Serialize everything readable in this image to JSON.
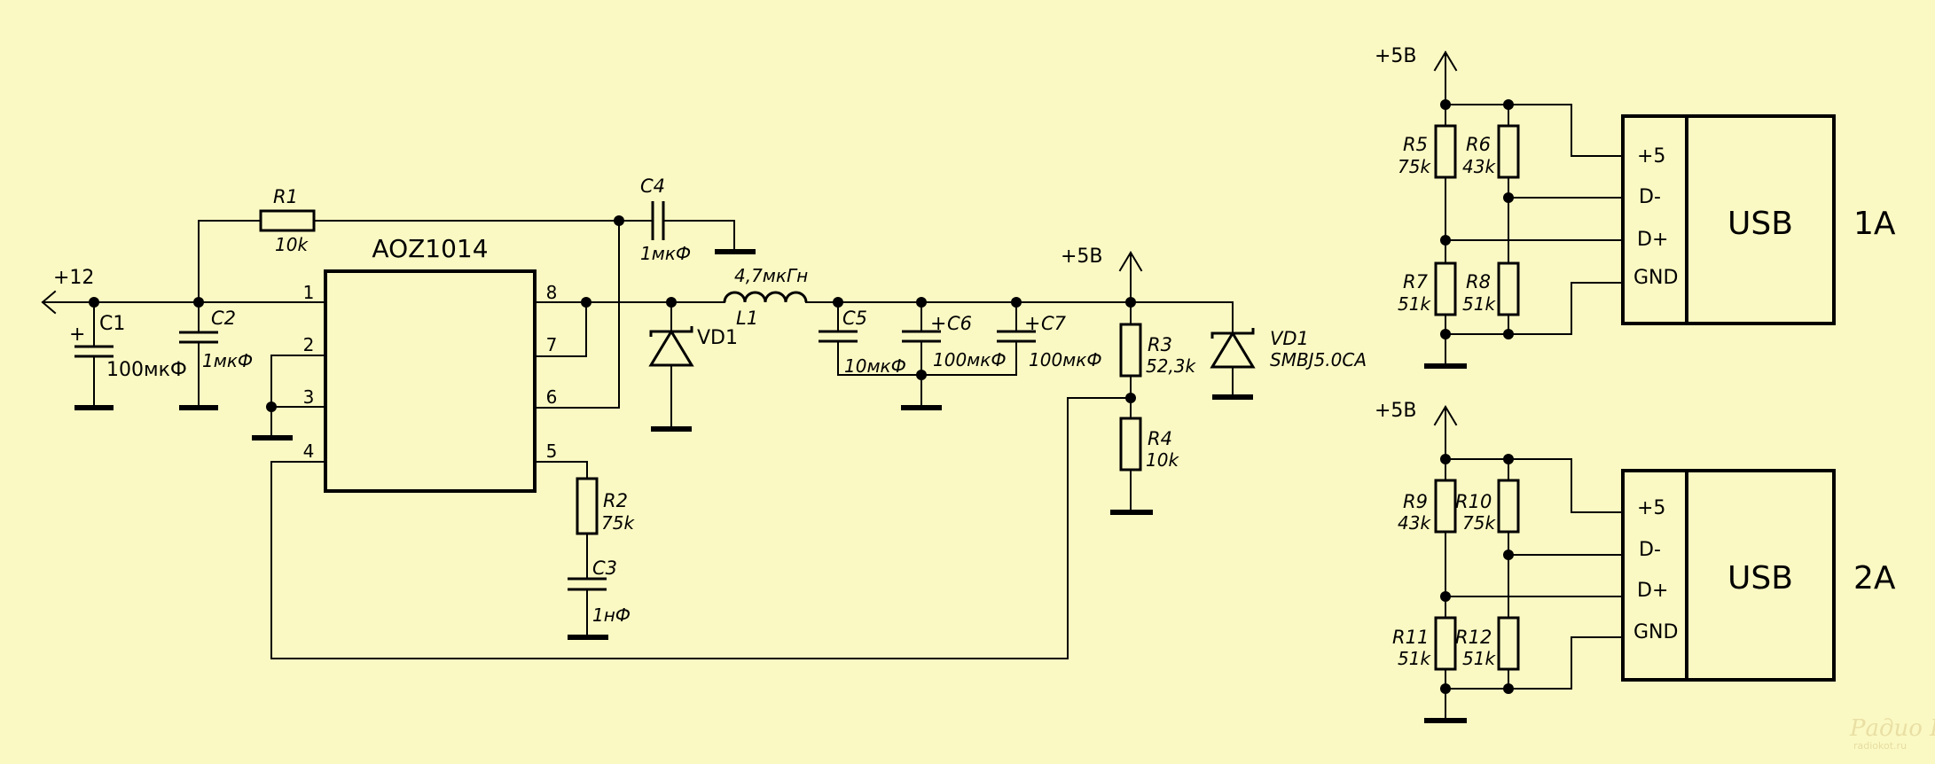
{
  "nets": {
    "v12": "+12",
    "v5_main": "+5В",
    "v5_usb1": "+5В",
    "v5_usb2": "+5В"
  },
  "ic": {
    "name": "AOZ1014",
    "pins": [
      "1",
      "2",
      "3",
      "4",
      "5",
      "6",
      "7",
      "8"
    ]
  },
  "components": {
    "C1": {
      "ref": "C1",
      "value": "100мкФ"
    },
    "C2": {
      "ref": "C2",
      "value": "1мкФ"
    },
    "R1": {
      "ref": "R1",
      "value": "10k"
    },
    "C4": {
      "ref": "C4",
      "value": "1мкФ"
    },
    "R2": {
      "ref": "R2",
      "value": "75k"
    },
    "C3": {
      "ref": "C3",
      "value": "1нФ"
    },
    "VD1a": {
      "ref": "VD1"
    },
    "L1": {
      "ref": "L1",
      "value": "4,7мкГн"
    },
    "C5": {
      "ref": "C5",
      "value": "10мкФ"
    },
    "C6": {
      "ref": "C6",
      "value": "100мкФ"
    },
    "C7": {
      "ref": "C7",
      "value": "100мкФ"
    },
    "R3": {
      "ref": "R3",
      "value": "52,3k"
    },
    "R4": {
      "ref": "R4",
      "value": "10k"
    },
    "VD1b": {
      "ref": "VD1",
      "value": "SMBJ5.0CA"
    },
    "R5": {
      "ref": "R5",
      "value": "75k"
    },
    "R6": {
      "ref": "R6",
      "value": "43k"
    },
    "R7": {
      "ref": "R7",
      "value": "51k"
    },
    "R8": {
      "ref": "R8",
      "value": "51k"
    },
    "R9": {
      "ref": "R9",
      "value": "43k"
    },
    "R10": {
      "ref": "R10",
      "value": "75k"
    },
    "R11": {
      "ref": "R11",
      "value": "51k"
    },
    "R12": {
      "ref": "R12",
      "value": "51k"
    }
  },
  "polarity": "+",
  "usb1": {
    "label": "USB",
    "rating": "1A",
    "pins": [
      "+5",
      "D-",
      "D+",
      "GND"
    ]
  },
  "usb2": {
    "label": "USB",
    "rating": "2A",
    "pins": [
      "+5",
      "D-",
      "D+",
      "GND"
    ]
  },
  "watermark": {
    "logo": "Радио КОТ",
    "site": "radiokot.ru"
  }
}
